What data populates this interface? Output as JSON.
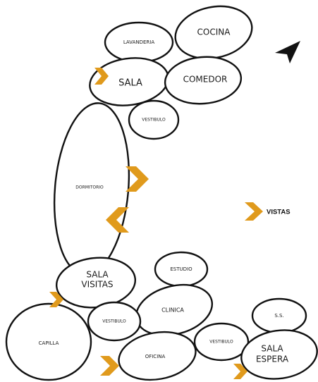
{
  "colors": {
    "bubble_stroke": "#111111",
    "bubble_fill": "#ffffff",
    "chevron": "#e09a1c",
    "north_arrow": "#111111",
    "text": "#1a1a1a"
  },
  "spaces": {
    "lavanderia": "LAVANDERIA",
    "cocina": "COCINA",
    "sala": "SALA",
    "comedor": "COMEDOR",
    "vestibulo_top": "VESTIBULO",
    "dormitorio": "DORMITORIO",
    "sala_visitas_line1": "SALA",
    "sala_visitas_line2": "VISITAS",
    "estudio": "ESTUDIO",
    "clinica": "CLINICA",
    "vestibulo_middle": "VESTIBULO",
    "capilla": "CAPILLA",
    "oficina": "OFICINA",
    "vestibulo_right": "VESTIBULO",
    "ss": "S.S.",
    "sala_espera_line1": "SALA",
    "sala_espera_line2": "ESPERA"
  },
  "legend": {
    "vistas": "VISTAS",
    "vistas_icon": "chevron-right-icon",
    "north_icon": "north-arrow-icon"
  }
}
